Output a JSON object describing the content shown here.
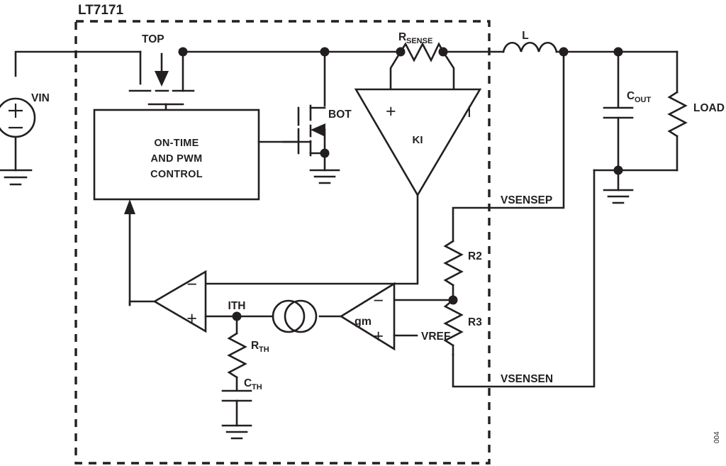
{
  "figure": {
    "title": "LT7171",
    "figure_id": "004",
    "ic_boundary_label": "LT7171"
  },
  "labels": {
    "vin": "VIN",
    "top_fet": "TOP",
    "bot_fet": "BOT",
    "control_block_line1": "ON-TIME",
    "control_block_line2": "AND PWM",
    "control_block_line3": "CONTROL",
    "rsense_main": "R",
    "rsense_sub": "SENSE",
    "ki_amp": "KI",
    "ki_plus": "+",
    "ki_minus": "I",
    "inductor": "L",
    "cout_main": "C",
    "cout_sub": "OUT",
    "load": "LOAD",
    "vsensep": "VSENSEP",
    "vsensen": "VSENSEN",
    "r2": "R2",
    "r3": "R3",
    "gm_amp": "gm",
    "vref": "VREF",
    "ith": "ITH",
    "rth_main": "R",
    "rth_sub": "TH",
    "cth_main": "C",
    "cth_sub": "TH",
    "comp_minus": "−",
    "comp_plus": "+",
    "gm_minus": "−",
    "gm_plus": "+"
  },
  "colors": {
    "ink": "#231f20",
    "background": "#ffffff"
  }
}
